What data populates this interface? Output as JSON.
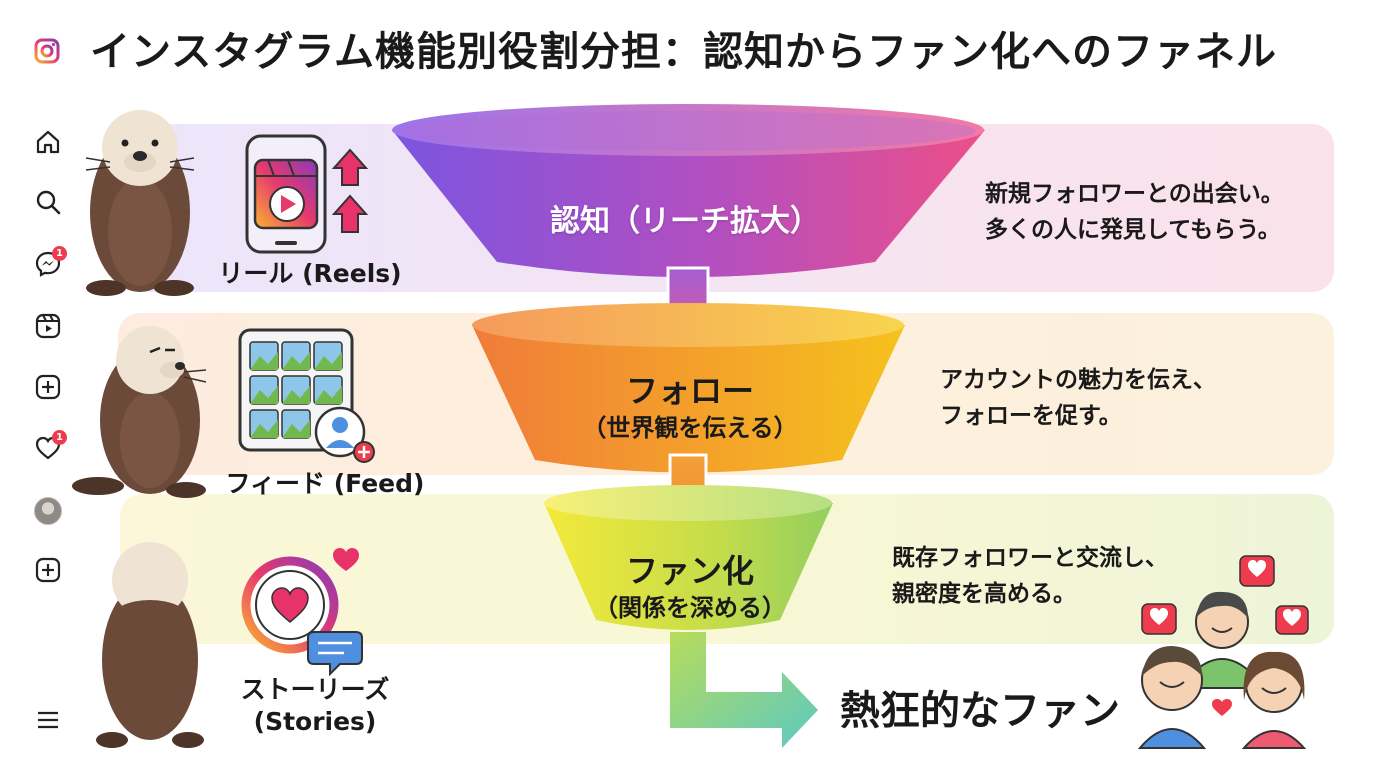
{
  "header": {
    "title": "インスタグラム機能別役割分担：認知からファン化へのファネル",
    "logo_icon": "instagram-icon"
  },
  "nav": {
    "icons": [
      "home-icon",
      "search-icon",
      "messenger-icon",
      "reels-icon",
      "create-icon",
      "heart-icon",
      "avatar",
      "add-icon",
      "menu-icon"
    ],
    "badges": {
      "messenger": "1",
      "notifications": "1"
    }
  },
  "stages": [
    {
      "title": "認知（リーチ拡大）",
      "feature": "リール (Reels)",
      "description": [
        "新規フォロワーとの出会い。",
        "多くの人に発見してもらう。"
      ]
    },
    {
      "title": "フォロー",
      "subtitle": "（世界観を伝える）",
      "feature": "フィード (Feed)",
      "description": [
        "アカウントの魅力を伝え、",
        "フォローを促す。"
      ]
    },
    {
      "title": "ファン化",
      "subtitle": "（関係を深める）",
      "feature_lines": [
        "ストーリーズ",
        "(Stories)"
      ],
      "description": [
        "既存フォロワーと交流し、",
        "親密度を高める。"
      ]
    }
  ],
  "result": {
    "label": "熱狂的なファン"
  },
  "colors": {
    "funnel_top_start": "#7b55e0",
    "funnel_top_end": "#ec4f88",
    "funnel_mid_start": "#f07b3a",
    "funnel_mid_end": "#f5c21d",
    "funnel_bottom_start": "#f4e93a",
    "funnel_bottom_end": "#92cf5f",
    "arrow_top": "#c456b8",
    "arrow_mid": "#f08a2a",
    "arrow_end": "#5cc9c2",
    "badge": "#ee3b4d"
  }
}
